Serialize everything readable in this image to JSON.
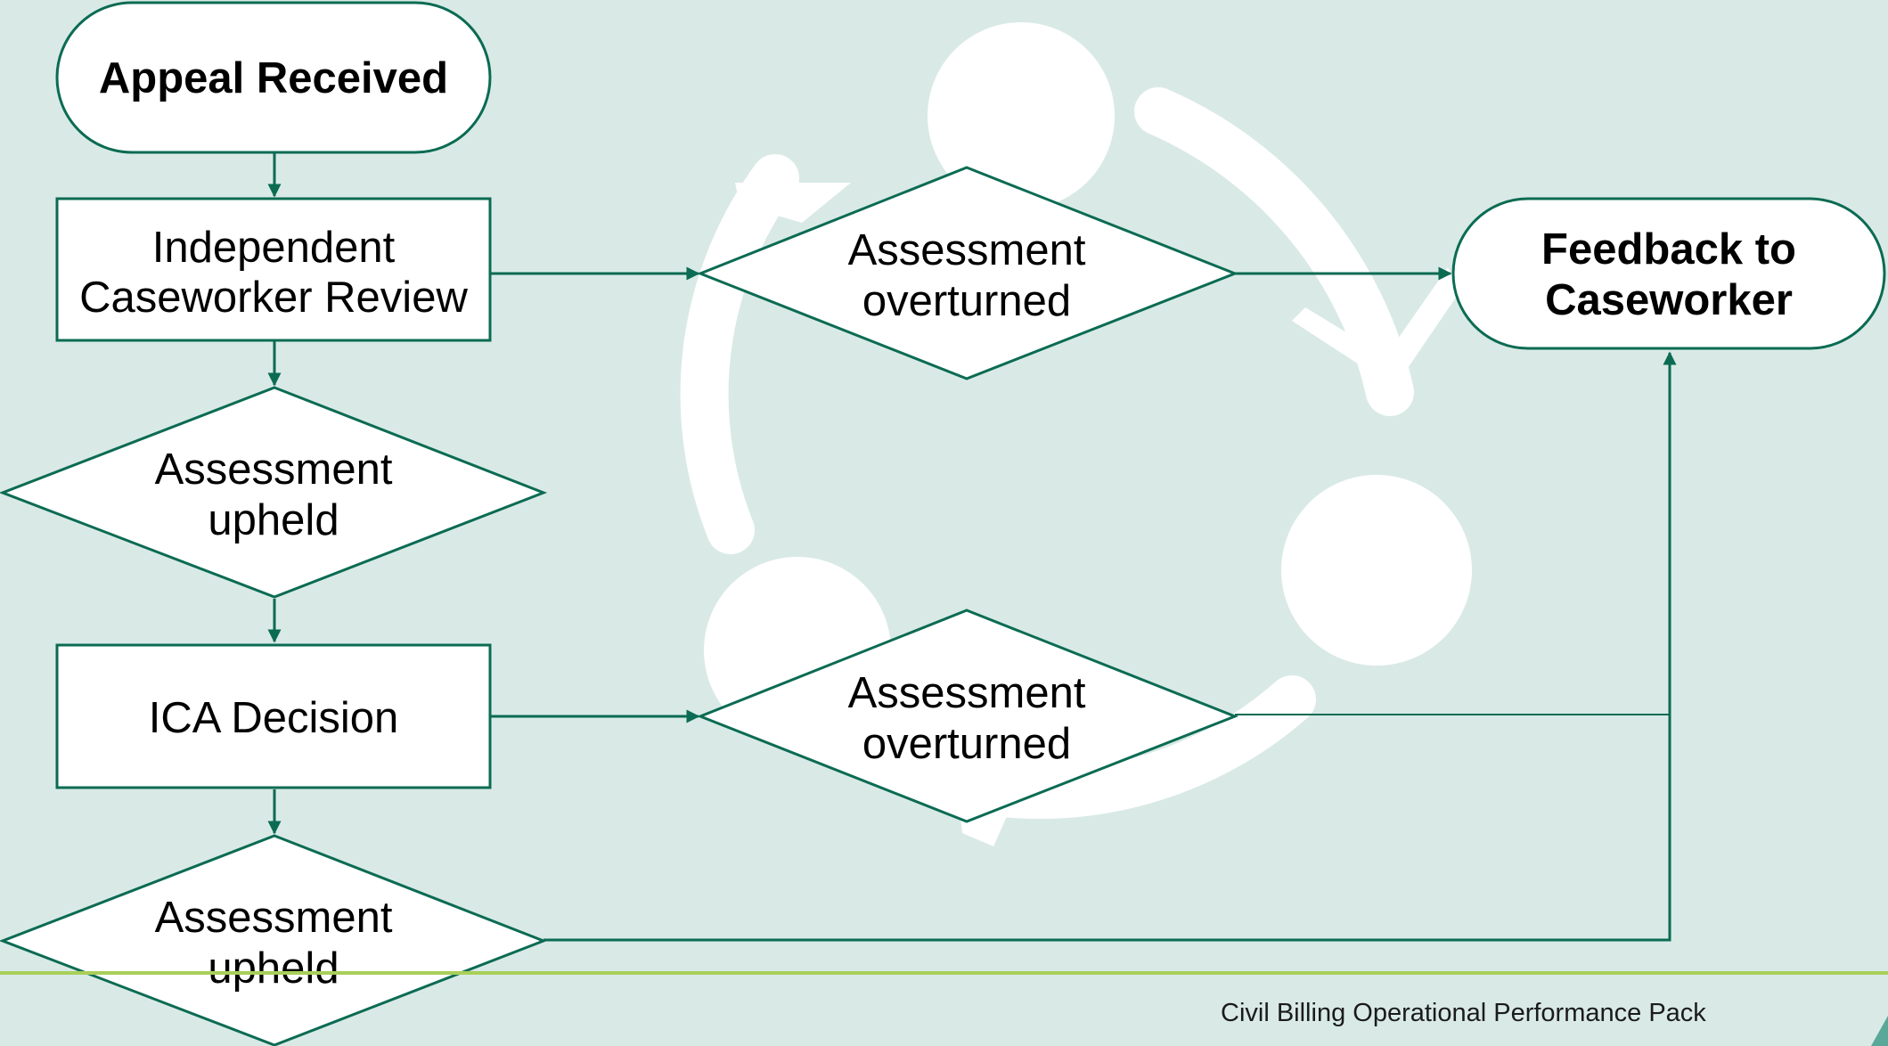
{
  "diagram": {
    "nodes": {
      "appeal_received": "Appeal Received",
      "independent_review": [
        "Independent",
        "Caseworker Review"
      ],
      "upheld_1": [
        "Assessment",
        "upheld"
      ],
      "overturned_1": [
        "Assessment",
        "overturned"
      ],
      "feedback": [
        "Feedback to",
        "Caseworker"
      ],
      "ica_decision": "ICA Decision",
      "overturned_2": [
        "Assessment",
        "overturned"
      ],
      "upheld_2": [
        "Assessment",
        "upheld"
      ]
    }
  },
  "footer": {
    "text": "Civil Billing Operational Performance Pack"
  },
  "colors": {
    "background": "#d9eae6",
    "stroke": "#0b6b53",
    "footer_rule": "#a9cf5a",
    "watermark": "#ffffff"
  },
  "watermark_icon": "people-cycle-icon"
}
